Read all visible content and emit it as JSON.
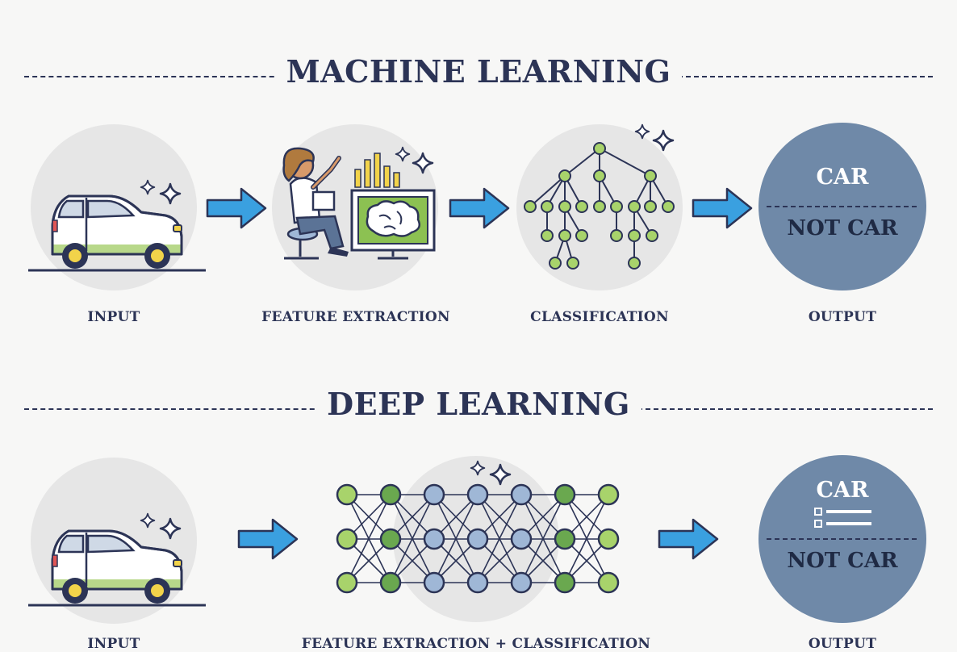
{
  "machine_learning": {
    "title": "MACHINE LEARNING",
    "stages": {
      "input": "INPUT",
      "feature_extraction": "FEATURE EXTRACTION",
      "classification": "CLASSIFICATION",
      "output": "OUTPUT"
    },
    "output_circle": {
      "positive": "CAR",
      "negative": "NOT CAR"
    }
  },
  "deep_learning": {
    "title": "DEEP LEARNING",
    "stages": {
      "input": "INPUT",
      "feature_extraction_classification": "FEATURE EXTRACTION + CLASSIFICATION",
      "output": "OUTPUT"
    },
    "output_circle": {
      "positive": "CAR",
      "negative": "NOT CAR"
    }
  },
  "colors": {
    "navy": "#2c3456",
    "circle_bg": "#e6e6e6",
    "output_circle": "#6f89a8",
    "arrow": "#3aa0e0",
    "node_green": "#a8d36b",
    "node_dark_green": "#6aa84f",
    "node_blue": "#9fb7d6"
  }
}
